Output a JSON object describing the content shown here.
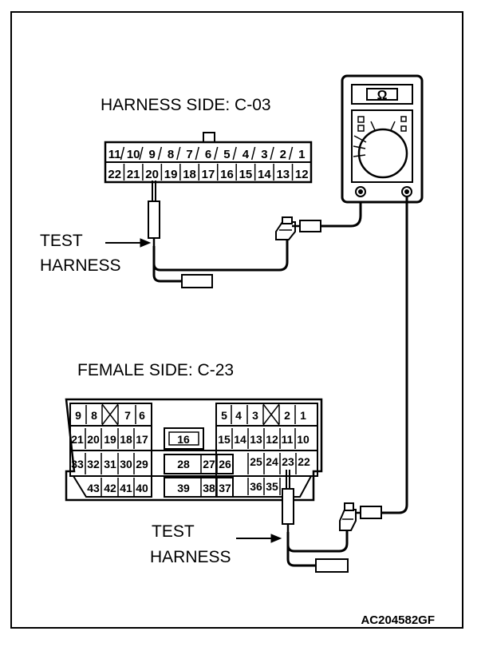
{
  "harness": {
    "title": "HARNESS SIDE: C-03",
    "top_row": [
      "11",
      "10",
      "9",
      "8",
      "7",
      "6",
      "5",
      "4",
      "3",
      "2",
      "1"
    ],
    "bottom_row": [
      "22",
      "21",
      "20",
      "19",
      "18",
      "17",
      "16",
      "15",
      "14",
      "13",
      "12"
    ]
  },
  "female": {
    "title": "FEMALE SIDE: C-23",
    "row1_left": [
      "9",
      "8",
      "",
      "7",
      "6"
    ],
    "row1_right": [
      "5",
      "4",
      "3",
      "",
      "2",
      "1"
    ],
    "row2_left": [
      "21",
      "20",
      "19",
      "18",
      "17"
    ],
    "row2_mid": "16",
    "row2_right": [
      "15",
      "14",
      "13",
      "12",
      "11",
      "10"
    ],
    "row3_left": [
      "33",
      "32",
      "31",
      "30",
      "29"
    ],
    "row3_mid": [
      "28",
      "27",
      "26"
    ],
    "row3_right": [
      "25",
      "24",
      "23",
      "22"
    ],
    "row4_left": [
      "43",
      "42",
      "41",
      "40"
    ],
    "row4_mid": [
      "39",
      "38",
      "37"
    ],
    "row4_right": [
      "36",
      "35"
    ]
  },
  "labels": {
    "test": "TEST",
    "harness": "HARNESS"
  },
  "meter": {
    "symbol": "Ω"
  },
  "figure_code": "AC204582GF",
  "colors": {
    "line": "#000000",
    "background": "#ffffff"
  }
}
